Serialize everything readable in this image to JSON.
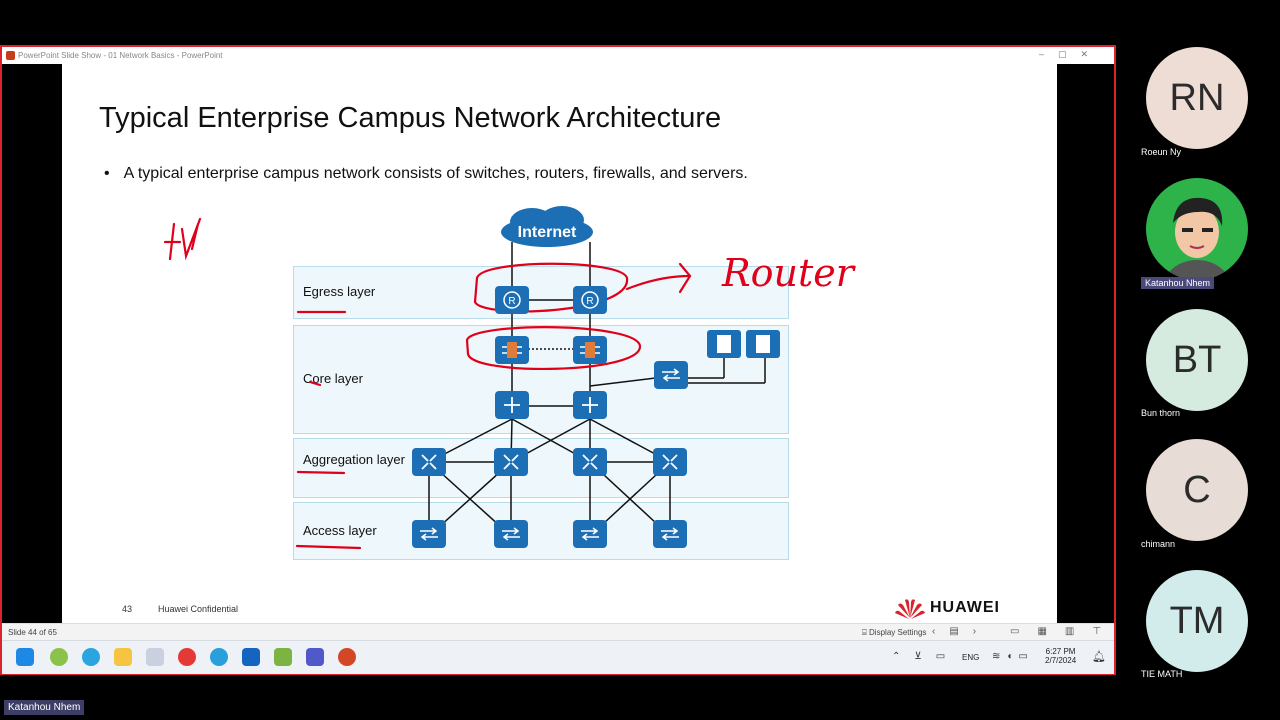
{
  "window": {
    "title": "PowerPoint Slide Show  -  01 Network Basics - PowerPoint"
  },
  "slide": {
    "title": "Typical Enterprise Campus Network Architecture",
    "bullet": "A typical enterprise campus network consists of switches, routers, firewalls, and servers.",
    "internet_label": "Internet",
    "layers": [
      "Egress layer",
      "Core layer",
      "Aggregation layer",
      "Access layer"
    ],
    "annotation_left": "I-V",
    "annotation_router": "Router",
    "footer_page": "43",
    "footer_conf": "Huawei Confidential",
    "logo_text": "HUAWEI"
  },
  "statusbar": {
    "slide_count": "Slide 44 of 65",
    "display_settings": "Display Settings"
  },
  "taskbar": {
    "lang": "ENG",
    "time": "6:27 PM",
    "date": "2/7/2024"
  },
  "participants": [
    {
      "initials": "RN",
      "name": "Roeun Ny",
      "color": "#eeddd5"
    },
    {
      "initials": "",
      "name": "Katanhou Nhem",
      "color": "#2db34a"
    },
    {
      "initials": "BT",
      "name": "Bun thorn",
      "color": "#d6ebdf"
    },
    {
      "initials": "C",
      "name": "chimann",
      "color": "#e7dcd6"
    },
    {
      "initials": "TM",
      "name": "TIE MATH",
      "color": "#d2ecec"
    }
  ],
  "bottom_label": "Katanhou Nhem",
  "colors": {
    "accent_red": "#d9232d",
    "device_blue": "#1d6fb5",
    "ink_red": "#e0001a"
  }
}
